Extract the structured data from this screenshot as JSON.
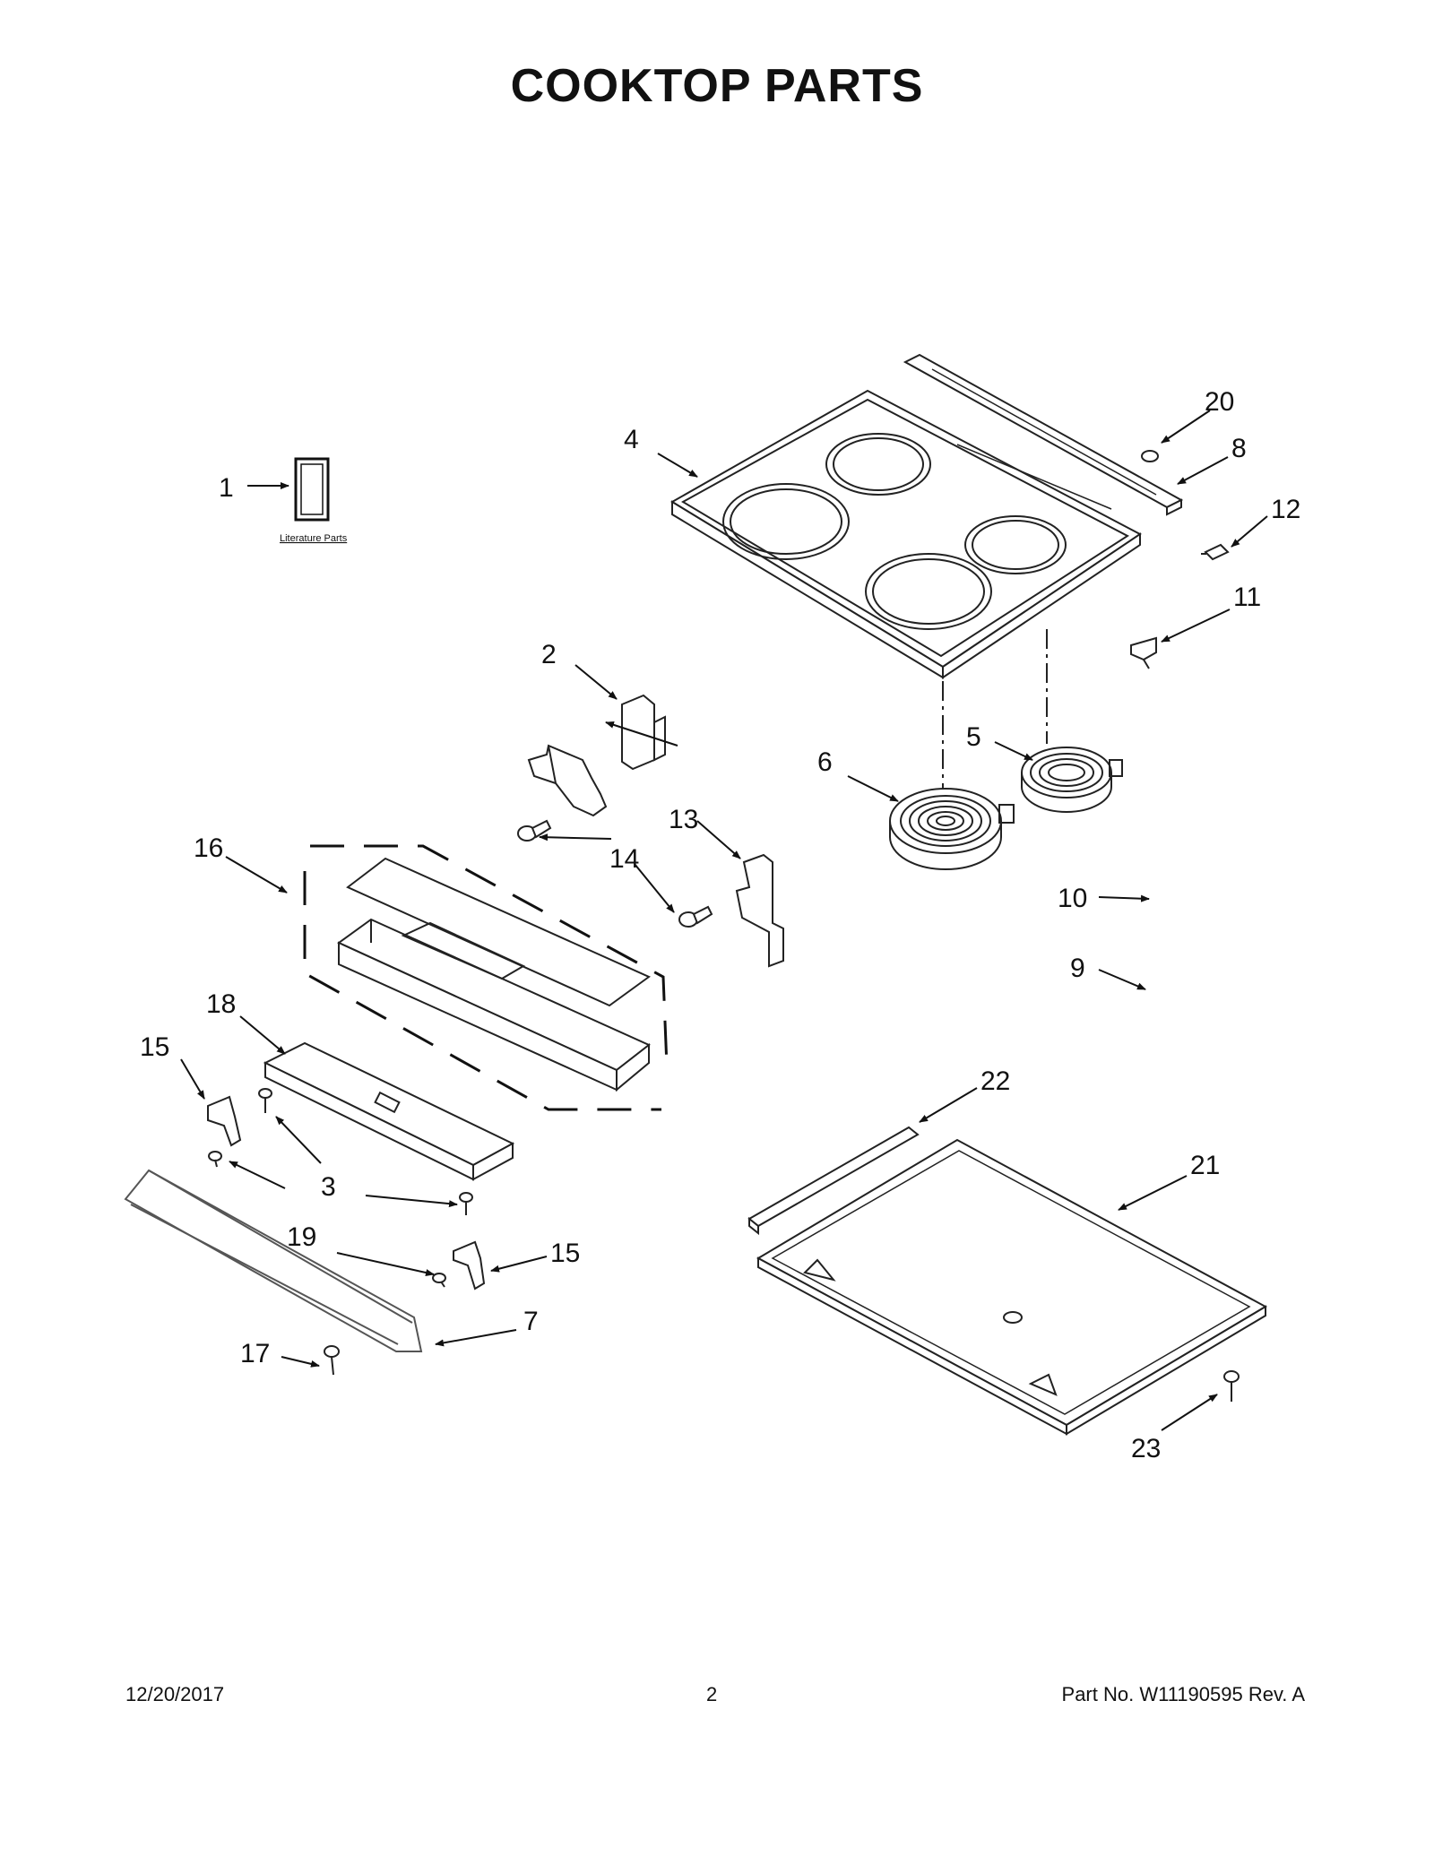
{
  "title": "COOKTOP  PARTS",
  "literature_label": "Literature Parts",
  "callouts": [
    "1",
    "2",
    "3",
    "4",
    "5",
    "6",
    "7",
    "8",
    "9",
    "10",
    "11",
    "12",
    "13",
    "14",
    "15",
    "16",
    "17",
    "18",
    "19",
    "20",
    "21",
    "22",
    "23"
  ],
  "footer": {
    "date": "12/20/2017",
    "page": "2",
    "part": "Part No.  W11190595   Rev.  A"
  }
}
